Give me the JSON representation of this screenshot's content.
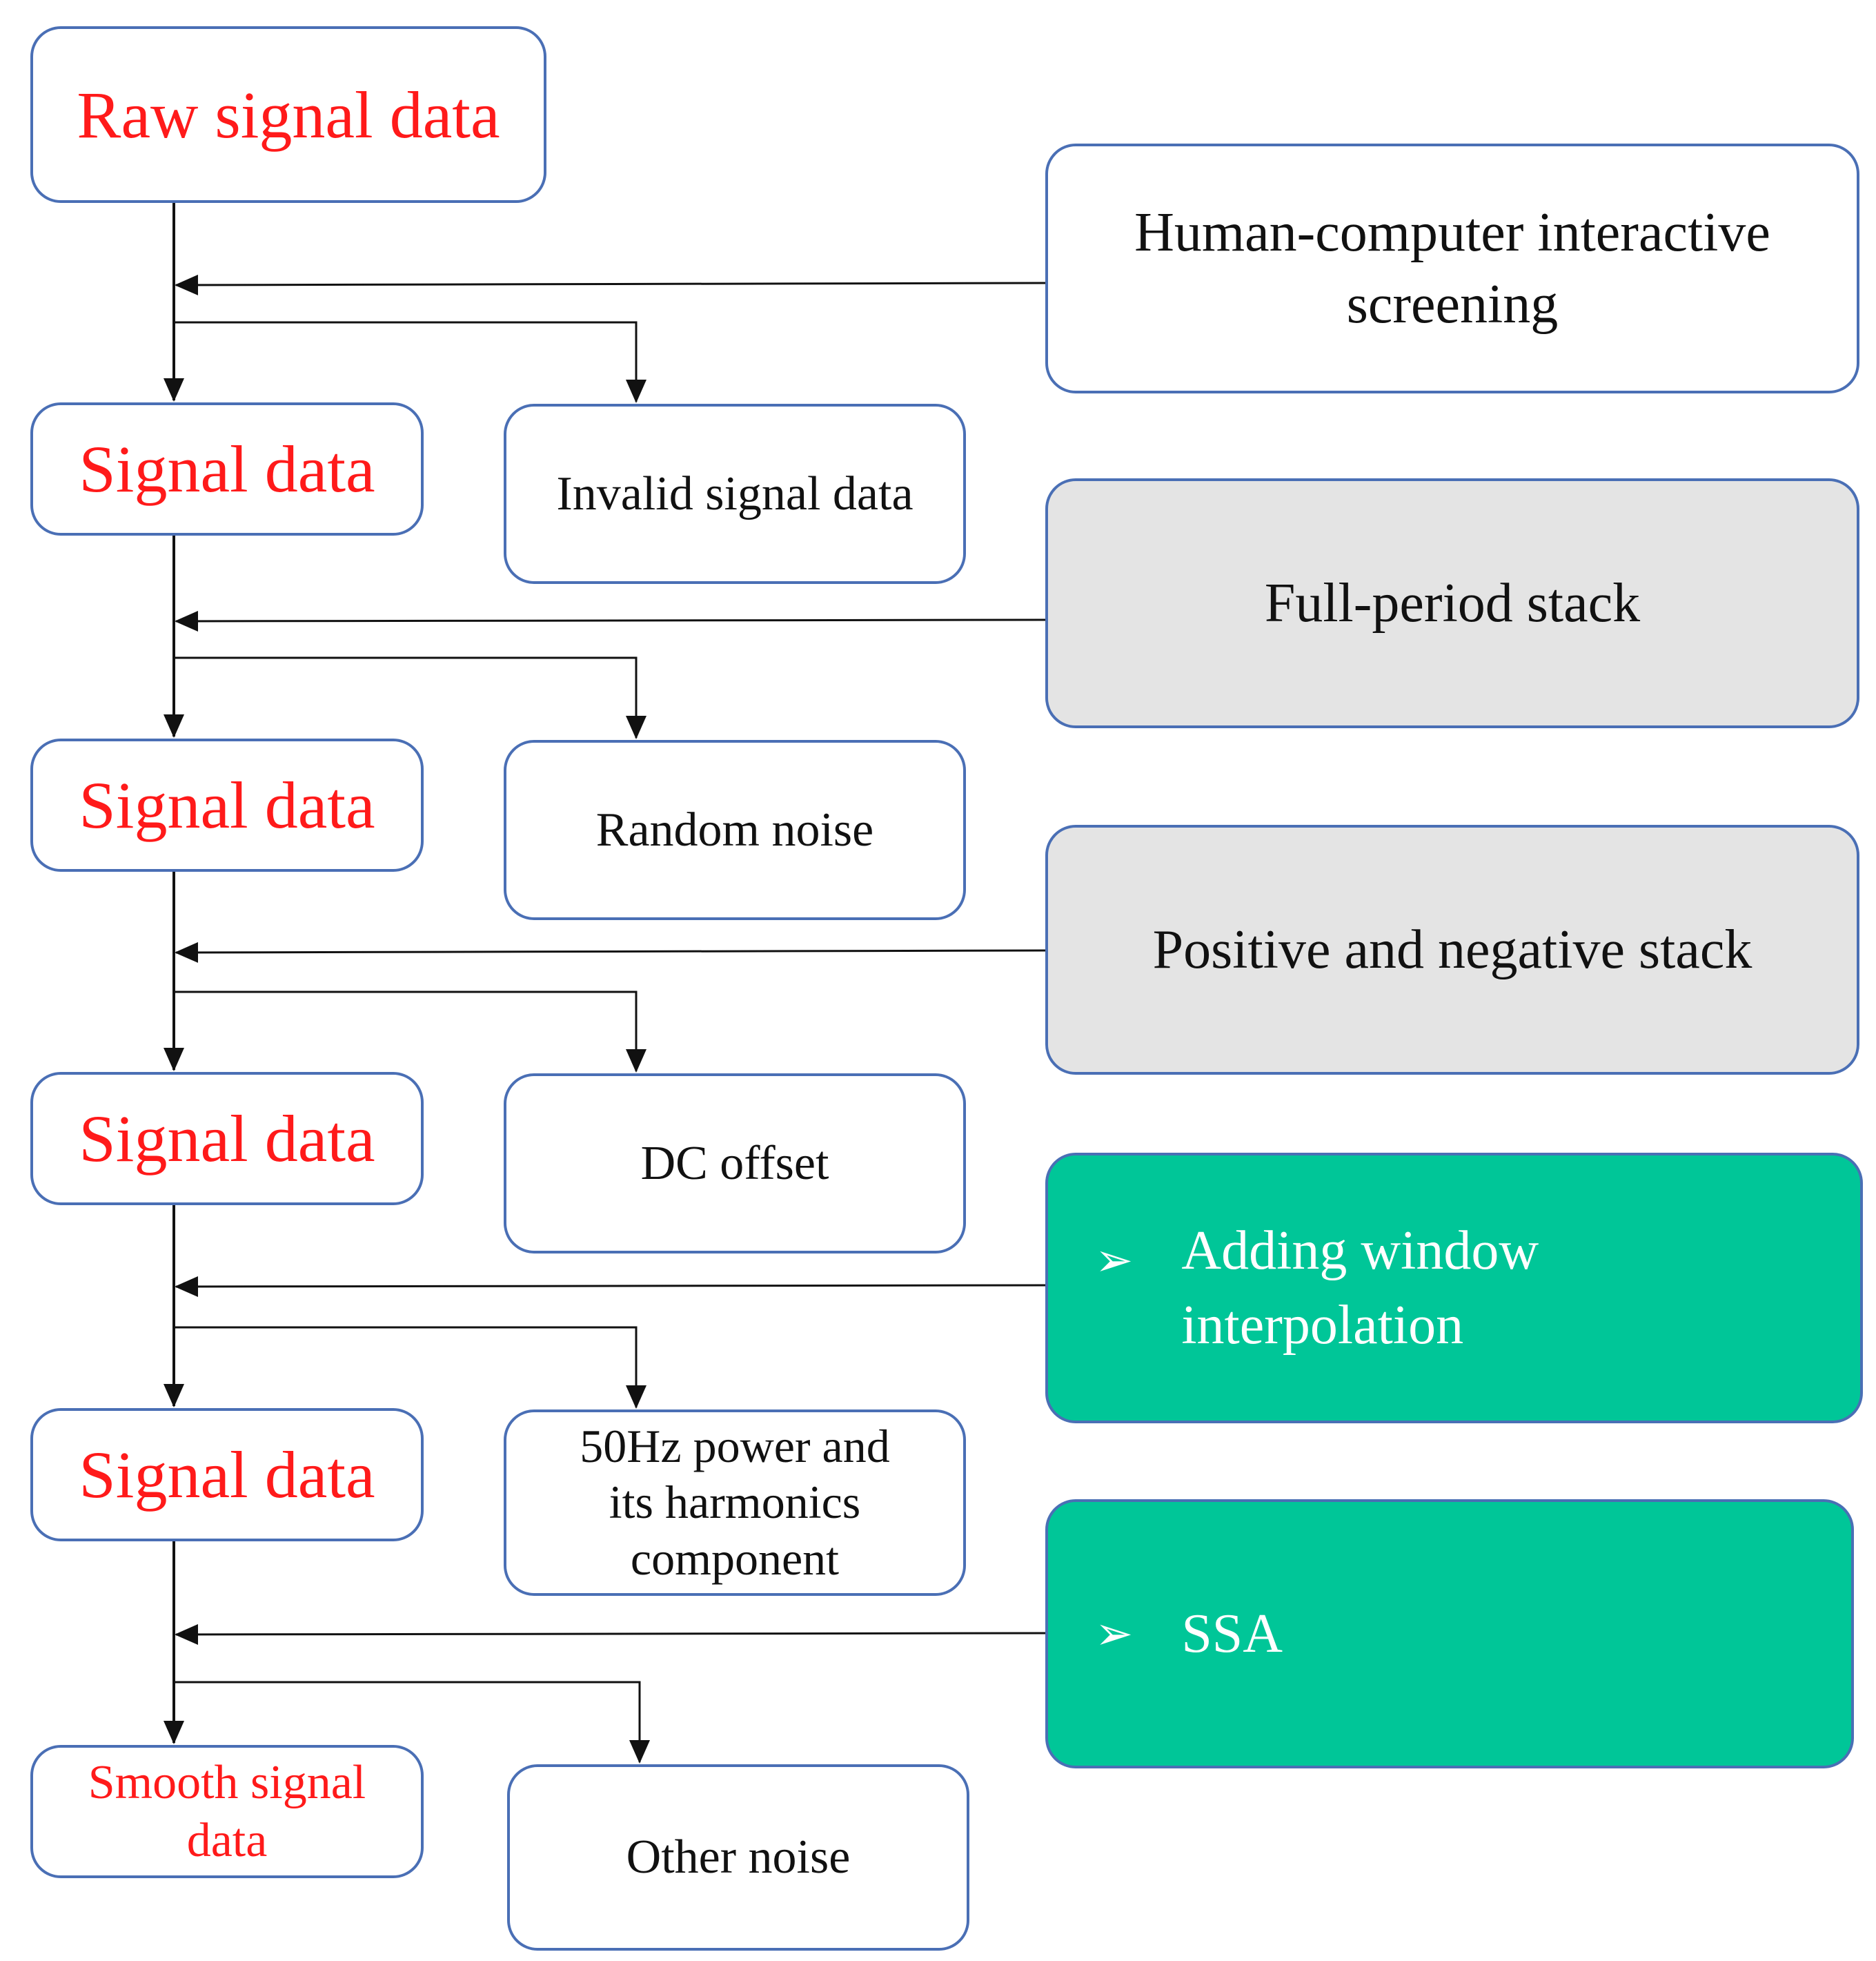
{
  "main_flow": {
    "raw": "Raw signal data",
    "signal_1": "Signal data",
    "signal_2": "Signal data",
    "signal_3": "Signal data",
    "signal_4": "Signal data",
    "smooth_line1": "Smooth signal",
    "smooth_line2": "data"
  },
  "removed": {
    "invalid": "Invalid signal data",
    "random": "Random noise",
    "dc": "DC offset",
    "power_line1": "50Hz power and",
    "power_line2": "its harmonics",
    "power_line3": "component",
    "other": "Other noise"
  },
  "methods": {
    "hci_line1": "Human-computer interactive",
    "hci_line2": "screening",
    "full_period": "Full-period stack",
    "pos_neg": "Positive and negative stack",
    "window_line1": "Adding window",
    "window_line2": "interpolation",
    "ssa": "SSA",
    "bullet_glyph": "➢"
  },
  "colors": {
    "border": "#4a6fb5",
    "signal_text": "#ff1a1a",
    "gray_fill": "#e4e4e4",
    "green_fill": "#00c698"
  }
}
